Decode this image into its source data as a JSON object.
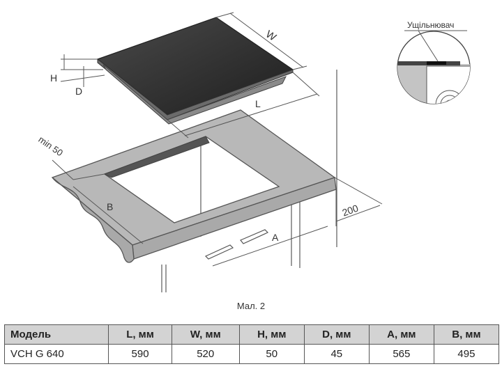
{
  "diagram": {
    "labels": {
      "seal": "Ущільнювач",
      "w": "W",
      "l": "L",
      "h": "H",
      "d": "D",
      "min50": "min 50",
      "b": "B",
      "a": "A",
      "dim200": "200"
    },
    "colors": {
      "glass": "#2a2a2a",
      "countertop_top": "#b8b8b8",
      "countertop_side": "#a9a9a9",
      "line": "#555555"
    }
  },
  "caption": "Мал. 2",
  "table": {
    "headers": [
      "Модель",
      "L, мм",
      "W, мм",
      "H, мм",
      "D, мм",
      "A, мм",
      "B, мм"
    ],
    "rows": [
      [
        "VCH G 640",
        "590",
        "520",
        "50",
        "45",
        "565",
        "495"
      ]
    ]
  }
}
